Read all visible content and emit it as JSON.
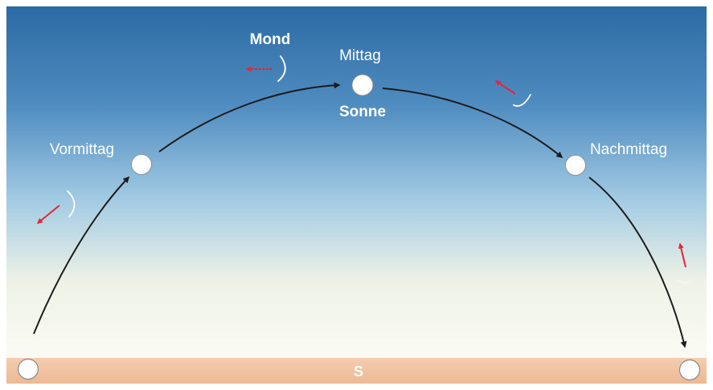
{
  "labels": {
    "moon": "Mond",
    "noon": "Mittag",
    "sun": "Sonne",
    "morning": "Vormittag",
    "afternoon": "Nachmittag",
    "south": "S"
  },
  "colors": {
    "sky_top": "#2c6aa4",
    "sky_mid": "#8fc0df",
    "sky_horizon": "#fbfbf4",
    "ground": "#f1c4a5",
    "arc": "#1c1c1c",
    "arrow_red": "#e0283a",
    "sun_fill": "#ffffff",
    "sun_stroke": "#8a8a8a"
  },
  "icons": {
    "sun": "white-disc",
    "moon": "crescent-moon",
    "motion": "red-arrow"
  }
}
